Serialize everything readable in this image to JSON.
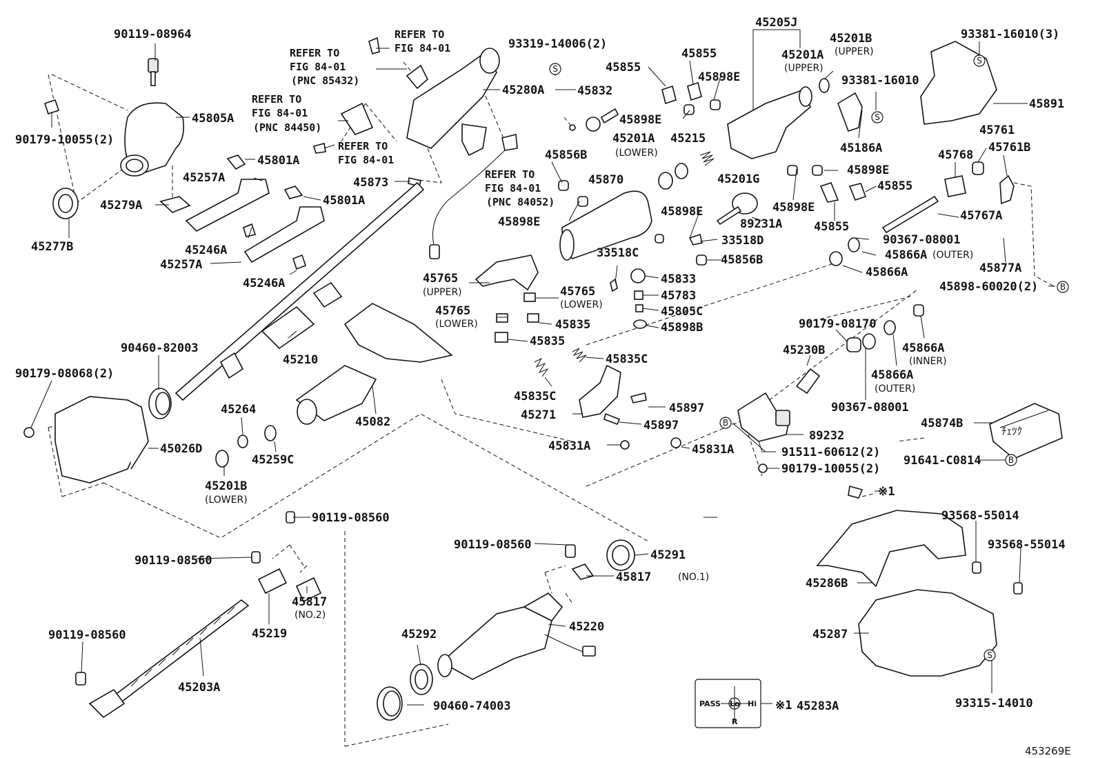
{
  "diagram_id": "453269E",
  "refer_notes": {
    "r1": [
      "REFER TO",
      "FIG 84-01"
    ],
    "r2": [
      "REFER TO",
      "FIG 84-01",
      "(PNC 85432)"
    ],
    "r3": [
      "REFER TO",
      "FIG 84-01",
      "(PNC 84450)"
    ],
    "r4": [
      "REFER TO",
      "FIG 84-01"
    ],
    "r5": [
      "REFER TO",
      "FIG 84-01",
      "(PNC 84052)"
    ]
  },
  "labels": {
    "p90119_08964": "90119-08964",
    "p90179_10055_2a": "90179-10055(2)",
    "p45805A": "45805A",
    "p45277B": "45277B",
    "p45279A": "45279A",
    "p45801A_1": "45801A",
    "p45257A_1": "45257A",
    "p45801A_2": "45801A",
    "p45246A_1": "45246A",
    "p45257A_2": "45257A",
    "p45246A_2": "45246A",
    "p45280A": "45280A",
    "p45873": "45873",
    "p93319_14006": "93319-14006(2)",
    "p45832": "45832",
    "p45856B_1": "45856B",
    "p45898E_1": "45898E",
    "p45870": "45870",
    "p45855_1": "45855",
    "p45855_2": "45855",
    "p45898E_2": "45898E",
    "p45898E_3": "45898E",
    "p45205J": "45205J",
    "p45201B_upper": "45201B",
    "p45201A_upper": "45201A",
    "p93381_16010": "93381-16010",
    "p93381_16010_3": "93381-16010(3)",
    "p45891": "45891",
    "p45201A_lower": "45201A",
    "p45215": "45215",
    "p45201G": "45201G",
    "p45186A": "45186A",
    "p45761": "45761",
    "p45768": "45768",
    "p45761B": "45761B",
    "p45898E_4": "45898E",
    "p45898E_5": "45898E",
    "p45855_3": "45855",
    "p45855_4": "45855",
    "p89231A": "89231A",
    "p45898E_6": "45898E",
    "p33518D": "33518D",
    "p45767A": "45767A",
    "p90367_08001_1": "90367-08001",
    "p45866A_outer_1": "45866A",
    "p33518C": "33518C",
    "p45856B_2": "45856B",
    "p45833": "45833",
    "p45783": "45783",
    "p45805C": "45805C",
    "p45898B": "45898B",
    "p45866A_2": "45866A",
    "p45877A": "45877A",
    "p45898_60020": "45898-60020(2)",
    "p45765_upper": "45765",
    "p45765_lower1": "45765",
    "p45765_lower2": "45765",
    "p45835_1": "45835",
    "p45835_2": "45835",
    "p45835C_1": "45835C",
    "p45835C_2": "45835C",
    "p45210": "45210",
    "p90460_82003": "90460-82003",
    "p90179_08068": "90179-08068(2)",
    "p45264": "45264",
    "p45082": "45082",
    "p45026D": "45026D",
    "p45201B_lower": "45201B",
    "p45259C": "45259C",
    "p45271": "45271",
    "p45897_1": "45897",
    "p45897_2": "45897",
    "p45831A_1": "45831A",
    "p45831A_2": "45831A",
    "p90179_08170": "90179-08170",
    "p45230B": "45230B",
    "p45866A_inner": "45866A",
    "p45866A_outer_2": "45866A",
    "p90367_08001_2": "90367-08001",
    "p45874B": "45874B",
    "p89232": "89232",
    "p91511_60612": "91511-60612(2)",
    "p91641_C0814": "91641-C0814",
    "p90179_10055_2b": "90179-10055(2)",
    "p90119_08560_1": "90119-08560",
    "p90119_08560_2": "90119-08560",
    "p90119_08560_3": "90119-08560",
    "p90119_08560_4": "90119-08560",
    "p45817_no2": "45817",
    "p45219": "45219",
    "p45203A": "45203A",
    "p45291": "45291",
    "p45817_no1": "45817",
    "p45220": "45220",
    "p45292": "45292",
    "p90460_74003": "90460-74003",
    "p93568_55014_1": "93568-55014",
    "p93568_55014_2": "93568-55014",
    "p45286B": "45286B",
    "p45287": "45287",
    "p93315_14010": "93315-14010",
    "p45283A": "45283A",
    "note_x1": "※1"
  },
  "sublabels": {
    "upper": "(UPPER)",
    "lower": "(LOWER)",
    "outer": "(OUTER)",
    "inner": "(INNER)",
    "no1": "(NO.1)",
    "no2": "(NO.2)"
  },
  "markers": {
    "s": "S",
    "b": "B"
  },
  "switch_panel": {
    "pass": "PASS",
    "lo": "Lo",
    "hi": "Hi",
    "r": "R"
  },
  "cover_marks": "ﾁｪﾂｸ"
}
